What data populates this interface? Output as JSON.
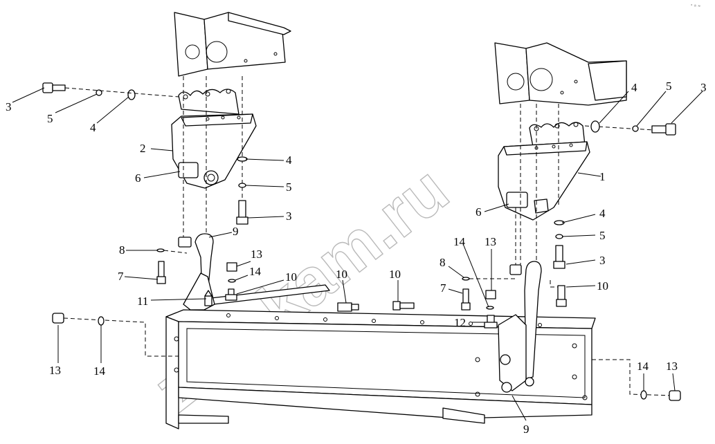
{
  "watermark": "zap-kam.ru",
  "corner_mark": "° ☼ ≈",
  "callouts": {
    "c3_left": "3",
    "c5_left": "5",
    "c4_left": "4",
    "c2": "2",
    "c6_left": "6",
    "c4_mid_left": "4",
    "c5_mid_left": "5",
    "c3_mid_left": "3",
    "c9_top": "9",
    "c8_left": "8",
    "c7_left": "7",
    "c13_mid": "13",
    "c14_mid": "14",
    "c10_mid_left": "10",
    "c11": "11",
    "c10_a": "10",
    "c10_b": "10",
    "c13_bl": "13",
    "c14_bl": "14",
    "c4_right_top": "4",
    "c5_right_top": "5",
    "c3_right_top": "3",
    "c1": "1",
    "c6_right": "6",
    "c4_right_mid": "4",
    "c5_right_mid": "5",
    "c3_right_mid": "3",
    "c14_right": "14",
    "c13_right": "13",
    "c8_right": "8",
    "c7_right": "7",
    "c12": "12",
    "c10_right": "10",
    "c14_br": "14",
    "c13_br": "13",
    "c9_bottom": "9"
  }
}
